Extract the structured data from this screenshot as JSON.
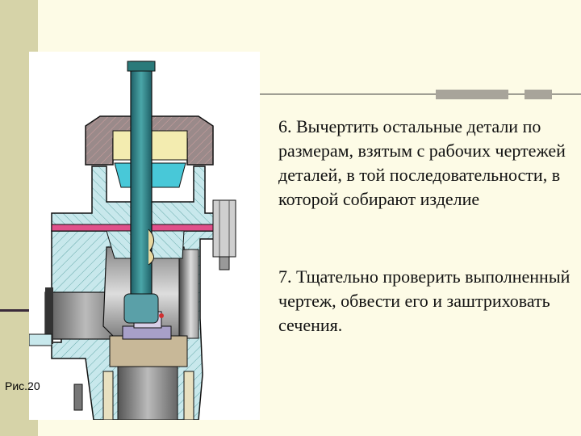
{
  "slide": {
    "figure_caption": "Рис.20",
    "steps": [
      {
        "text": "6. Вычертить остальные детали по размерам, взятым с рабочих чертежей деталей, в той последовательности, в которой собирают изделие"
      },
      {
        "text": "7. Тщательно проверить выполненный чертеж, обвести его и заштриховать сечения."
      }
    ]
  },
  "colors": {
    "background": "#fdfbe6",
    "body_section": "#c8e8ec",
    "stem": "#2e8a8a",
    "cap_nut": "#9a8a8a",
    "gasket": "#e0508a",
    "gland_packing": "#f3ecb0",
    "seal_insert": "#a8a0c8",
    "seat": "#c8b898"
  }
}
